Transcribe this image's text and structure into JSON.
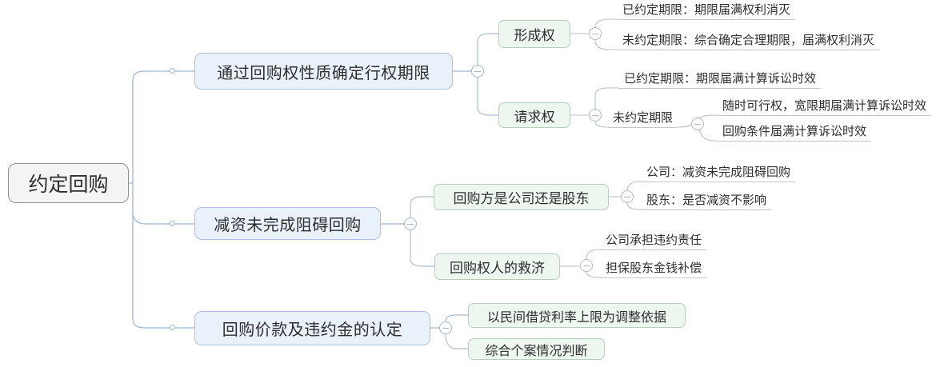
{
  "root": {
    "label": "约定回购"
  },
  "branches": [
    {
      "label": "通过回购权性质确定行权期限",
      "children": [
        {
          "label": "形成权",
          "leaves": [
            "已约定期限：期限届满权利消灭",
            "未约定期限：综合确定合理期限，届满权利消灭"
          ]
        },
        {
          "label": "请求权",
          "leaves": [
            "已约定期限：期限届满计算诉讼时效"
          ],
          "sub": {
            "label": "未约定期限",
            "leaves": [
              "随时可行权，宽限期届满计算诉讼时效",
              "回购条件届满计算诉讼时效"
            ]
          }
        }
      ]
    },
    {
      "label": "减资未完成阻碍回购",
      "children": [
        {
          "label": "回购方是公司还是股东",
          "leaves": [
            "公司：减资未完成阻碍回购",
            "股东：是否减资不影响"
          ]
        },
        {
          "label": "回购权人的救济",
          "leaves": [
            "公司承担违约责任",
            "担保股东金钱补偿"
          ]
        }
      ]
    },
    {
      "label": "回购价款及违约金的认定",
      "leaves": [
        "以民间借贷利率上限为调整依据",
        "综合个案情况判断"
      ]
    }
  ],
  "icons": {
    "collapse": "minus-circle",
    "branch_point": "empty-circle"
  },
  "colors": {
    "level1_line": "#9fb6d2",
    "level2_line": "#aabccf",
    "deep_line": "#b8c2be",
    "main_fill": "#e9f1fa",
    "main_border": "#a9c1de",
    "green_fill": "#edf6ef",
    "green_border": "#b5cfbd",
    "root_fill": "#f4f4f4",
    "root_border": "#8f8f8f",
    "leaf_underline": "#c2c8c4",
    "text": "#2e2e2e"
  }
}
